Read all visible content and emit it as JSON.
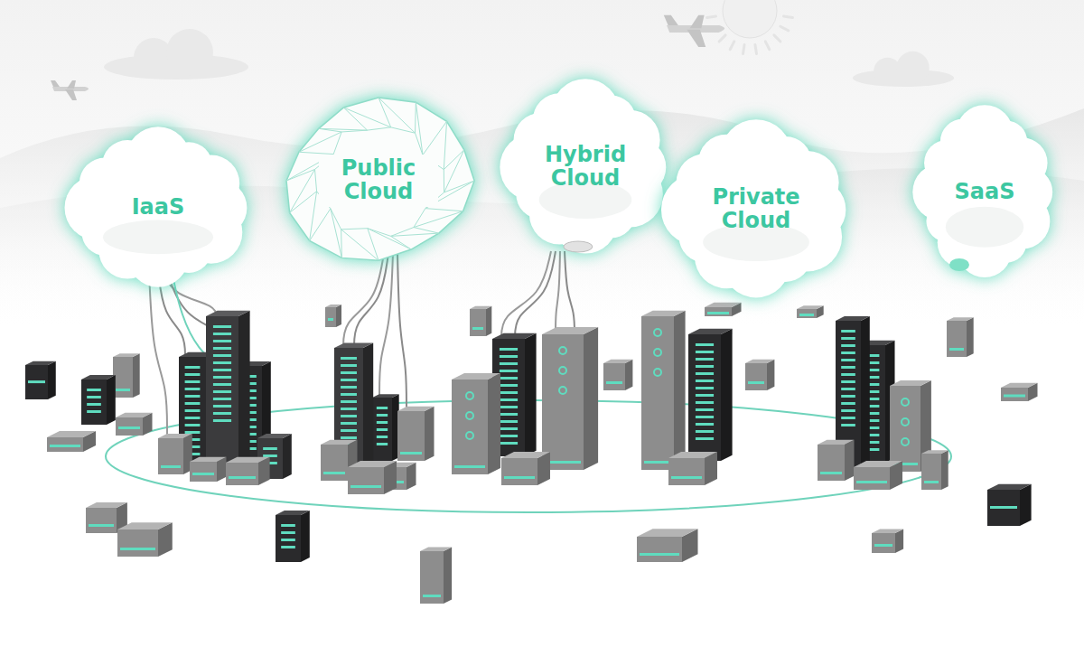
{
  "diagram": {
    "nodes": [
      {
        "text": [
          "IaaS"
        ]
      },
      {
        "text": [
          "Public Cloud"
        ]
      },
      {
        "text": [
          "Hybrid Cloud"
        ]
      },
      {
        "text": [
          "Private Cloud"
        ]
      },
      {
        "text": [
          "SaaS"
        ]
      }
    ]
  }
}
